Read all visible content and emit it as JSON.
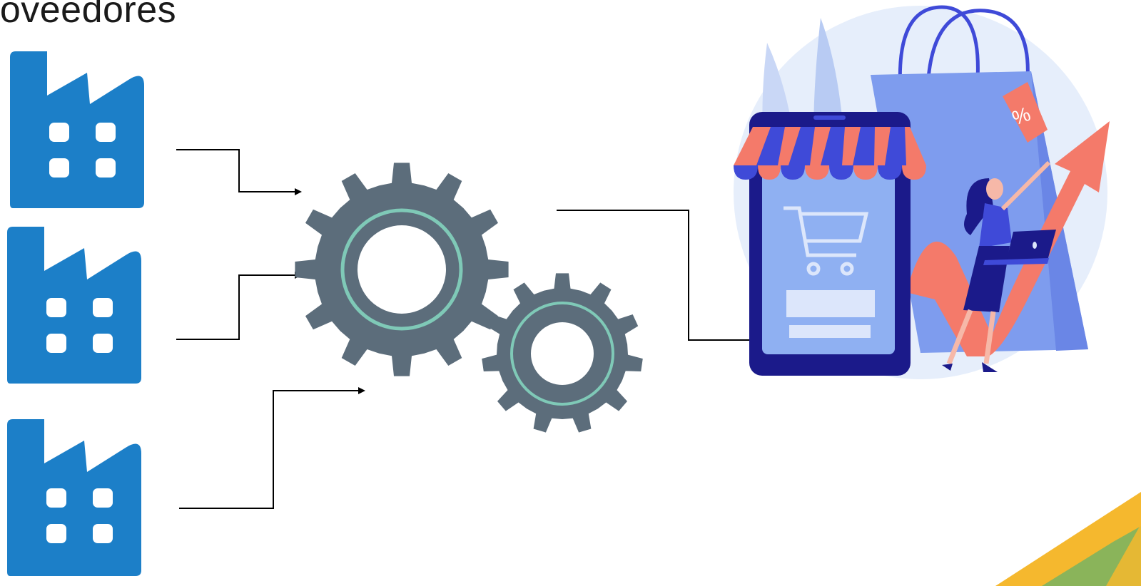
{
  "diagram": {
    "heading": "roveedores",
    "nodes": [
      {
        "name": "factory-1-icon"
      },
      {
        "name": "factory-2-icon"
      },
      {
        "name": "factory-3-icon"
      },
      {
        "name": "processing-gears-icon"
      },
      {
        "name": "online-store-illustration"
      }
    ],
    "edges": [
      {
        "from": "factory-1-icon",
        "to": "processing-gears-icon"
      },
      {
        "from": "factory-2-icon",
        "to": "processing-gears-icon"
      },
      {
        "from": "factory-3-icon",
        "to": "processing-gears-icon"
      },
      {
        "from": "processing-gears-icon",
        "to": "online-store-illustration"
      }
    ]
  },
  "illustration": {
    "tag_text": "%"
  },
  "colors": {
    "factory": "#1c7fc8",
    "gear": "#5c6d7b",
    "gear_ring": "#7fc9b7",
    "connector": "#000000",
    "phone_frame": "#1b1a8a",
    "phone_screen": "#8fb0f2",
    "awning_red": "#f47a6a",
    "awning_blue": "#3f4ad8",
    "bag": "#7e9cee",
    "arrow": "#f47a6a",
    "backdrop": "#e6eefb",
    "corner_yellow": "#f5b82e",
    "corner_green": "#8ab45a"
  }
}
